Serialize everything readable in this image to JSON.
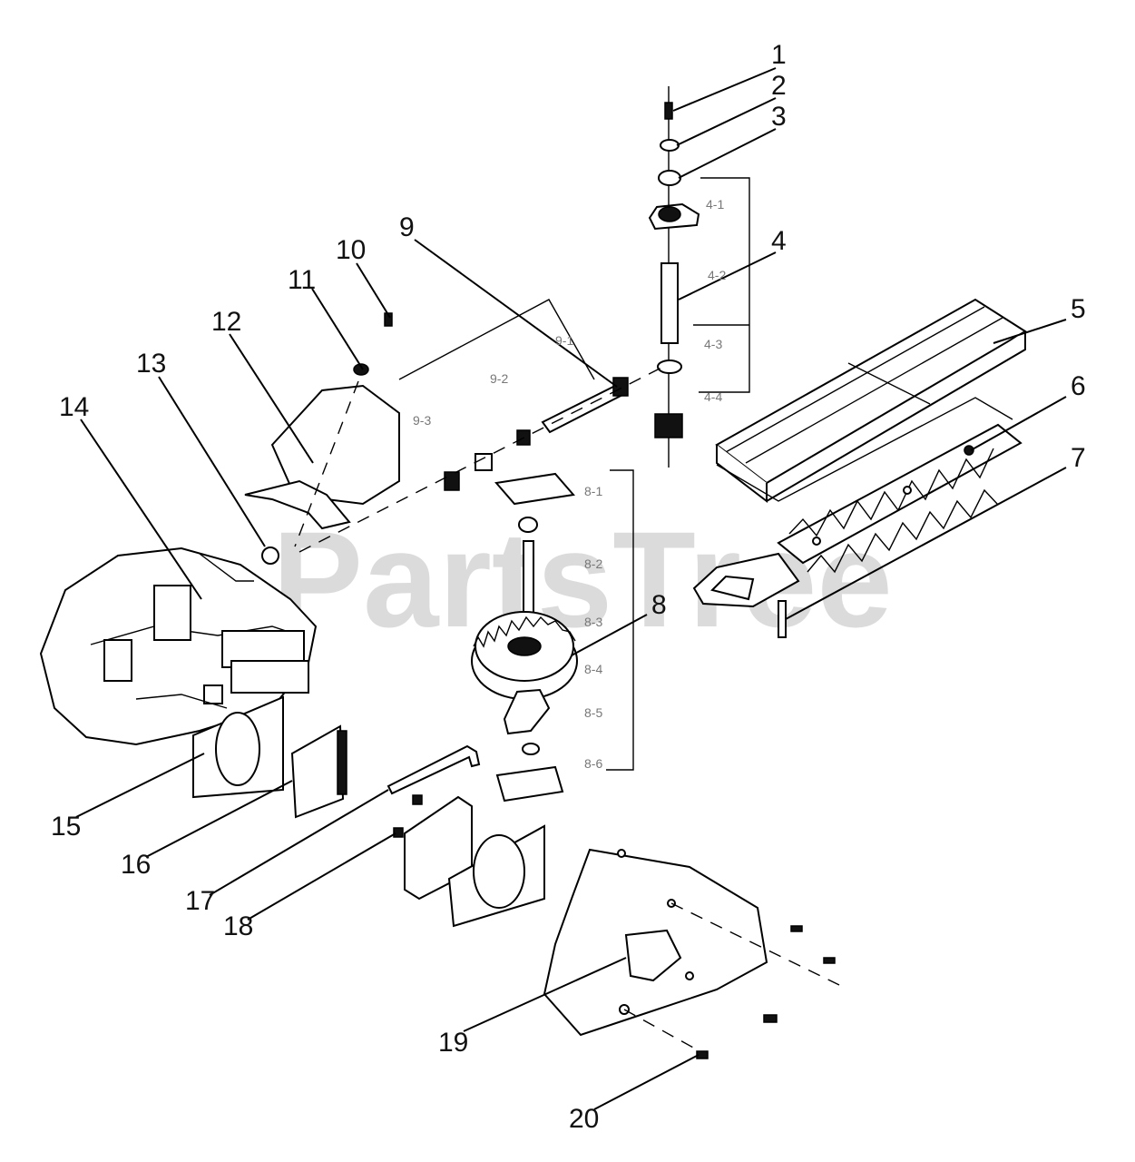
{
  "watermark": "PartsTree",
  "callouts": [
    "1",
    "2",
    "3",
    "4",
    "5",
    "6",
    "7",
    "8",
    "9",
    "10",
    "11",
    "12",
    "13",
    "14",
    "15",
    "16",
    "17",
    "18",
    "19",
    "20"
  ],
  "sub_labels": [
    "4-1",
    "4-2",
    "4-3",
    "4-4",
    "9-1",
    "9-2",
    "9-3",
    "8-1",
    "8-2",
    "8-3",
    "8-4",
    "8-5",
    "8-6"
  ]
}
